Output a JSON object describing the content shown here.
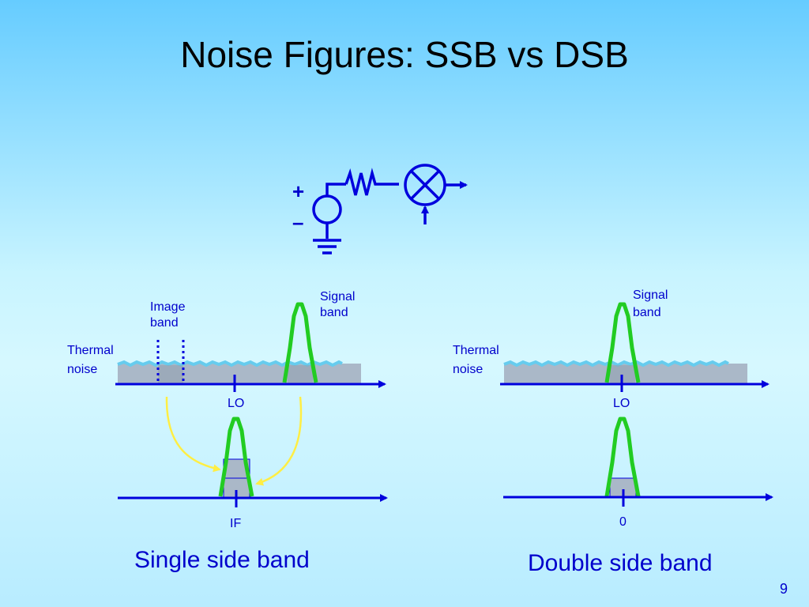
{
  "slide": {
    "title": "Noise Figures: SSB vs DSB",
    "page_number": "9"
  },
  "circuit": {
    "plus_sign": "+",
    "minus_sign": "–"
  },
  "ssb": {
    "image_band_label": [
      "Image",
      "band"
    ],
    "signal_band_label": [
      "Signal",
      "band"
    ],
    "thermal_noise_label": [
      "Thermal",
      "noise"
    ],
    "lo_label": "LO",
    "if_label": "IF",
    "caption": "Single side band"
  },
  "dsb": {
    "signal_band_label": [
      "Signal",
      "band"
    ],
    "thermal_noise_label": [
      "Thermal",
      "noise"
    ],
    "lo_label": "LO",
    "zero_label": "0",
    "caption": "Double side band"
  },
  "colors": {
    "axis": "#0000dd",
    "signal": "#22cc22",
    "noise_top": "#66ccee",
    "noise_body": "#aab8c8",
    "arrow": "#ffee44",
    "text": "#0000cc"
  }
}
